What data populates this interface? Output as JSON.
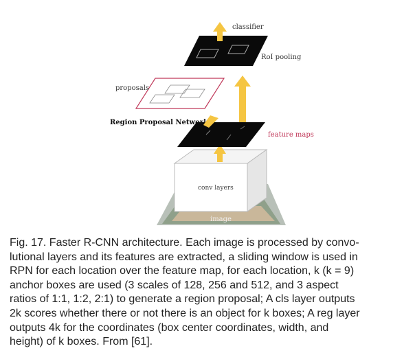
{
  "figure": {
    "labels": {
      "classifier": "classifier",
      "roi_pooling": "RoI pooling",
      "proposals": "proposals",
      "rpn": "Region Proposal Network",
      "feature_maps": "feature maps",
      "conv_layers": "conv layers",
      "image": "image"
    },
    "colors": {
      "arrow": "#f5c542",
      "proposal_border": "#c0395a",
      "feature_map_label": "#c0395a",
      "feature_map_fill": "#0a0a0a"
    }
  },
  "caption": {
    "lines": [
      "Fig. 17. Faster R-CNN architecture. Each image is processed by convo-",
      "lutional layers and its features are extracted, a sliding window is used in",
      "RPN for each location over the feature map, for each location, k (k = 9)",
      "anchor boxes are used (3 scales of 128, 256 and 512, and 3 aspect",
      "ratios of 1:1, 1:2, 2:1) to generate a region proposal; A cls layer outputs",
      "2k scores whether there or not there is an object for k boxes; A reg layer",
      "outputs 4k for the coordinates (box center coordinates, width, and",
      "height) of k boxes. From [61]."
    ]
  }
}
